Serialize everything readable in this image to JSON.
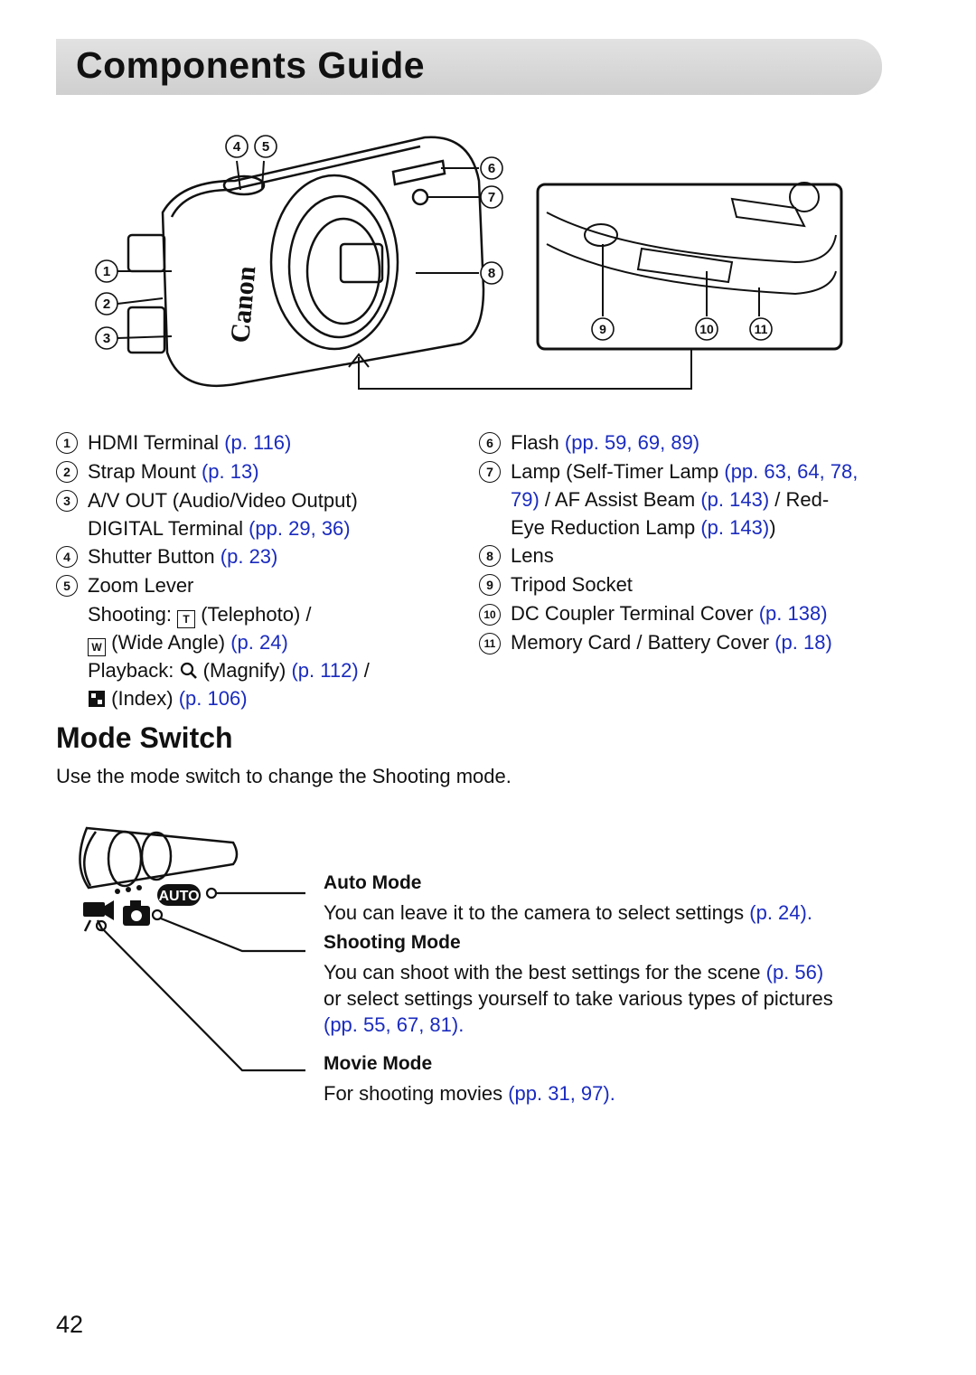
{
  "title": "Components Guide",
  "figure": {
    "brand": "Canon",
    "callouts": [
      "4",
      "5",
      "6",
      "7",
      "8",
      "1",
      "2",
      "3",
      "9",
      "10",
      "11"
    ]
  },
  "components_left": [
    {
      "n": "1",
      "label": "HDMI Terminal",
      "ref": "(p. 116)"
    },
    {
      "n": "2",
      "label": "Strap Mount",
      "ref": "(p. 13)"
    },
    {
      "n": "3",
      "label": "A/V OUT (Audio/Video Output)",
      "label2": "DIGITAL Terminal",
      "ref": "(pp. 29, 36)"
    },
    {
      "n": "4",
      "label": "Shutter Button",
      "ref": "(p. 23)"
    },
    {
      "n": "5",
      "label": "Zoom Lever",
      "shooting_label": "Shooting:",
      "tele_icon": "T",
      "tele": "(Telephoto) /",
      "wide_icon": "W",
      "wide": "(Wide Angle)",
      "wide_ref": "(p. 24)",
      "playback_label": "Playback:",
      "magnify": "(Magnify)",
      "magnify_ref": "(p. 112)",
      "slash": "/",
      "index": "(Index)",
      "index_ref": "(p. 106)"
    }
  ],
  "components_right": [
    {
      "n": "6",
      "label": "Flash",
      "ref": "(pp. 59, 69, 89)"
    },
    {
      "n": "7",
      "label": "Lamp (Self-Timer Lamp",
      "ref": "(pp. 63, 64, 78,",
      "ref2": "79)",
      "mid": "/ AF Assist Beam",
      "ref3": "(p. 143)",
      "mid2": "/ Red-",
      "line3": "Eye Reduction Lamp",
      "ref4": "(p. 143)",
      "close": ")"
    },
    {
      "n": "8",
      "label": "Lens"
    },
    {
      "n": "9",
      "label": "Tripod Socket"
    },
    {
      "n": "10",
      "label": "DC Coupler Terminal Cover",
      "ref": "(p. 138)"
    },
    {
      "n": "11",
      "label": "Memory Card / Battery Cover",
      "ref": "(p. 18)"
    }
  ],
  "mode_switch": {
    "heading": "Mode Switch",
    "intro": "Use the mode switch to change the Shooting mode.",
    "switch_icon_label": "AUTO",
    "modes": [
      {
        "title": "Auto Mode",
        "text": "You can leave it to the camera to select settings",
        "ref": "(p. 24)",
        "end": "."
      },
      {
        "title": "Shooting Mode",
        "text": "You can shoot with the best settings for the scene",
        "ref": "(p. 56)",
        "text2": "or select settings yourself to take various types of pictures",
        "ref2": "(pp. 55, 67, 81)",
        "end": "."
      },
      {
        "title": "Movie Mode",
        "text": "For shooting movies",
        "ref": "(pp. 31, 97)",
        "end": "."
      }
    ]
  },
  "page_number": "42"
}
